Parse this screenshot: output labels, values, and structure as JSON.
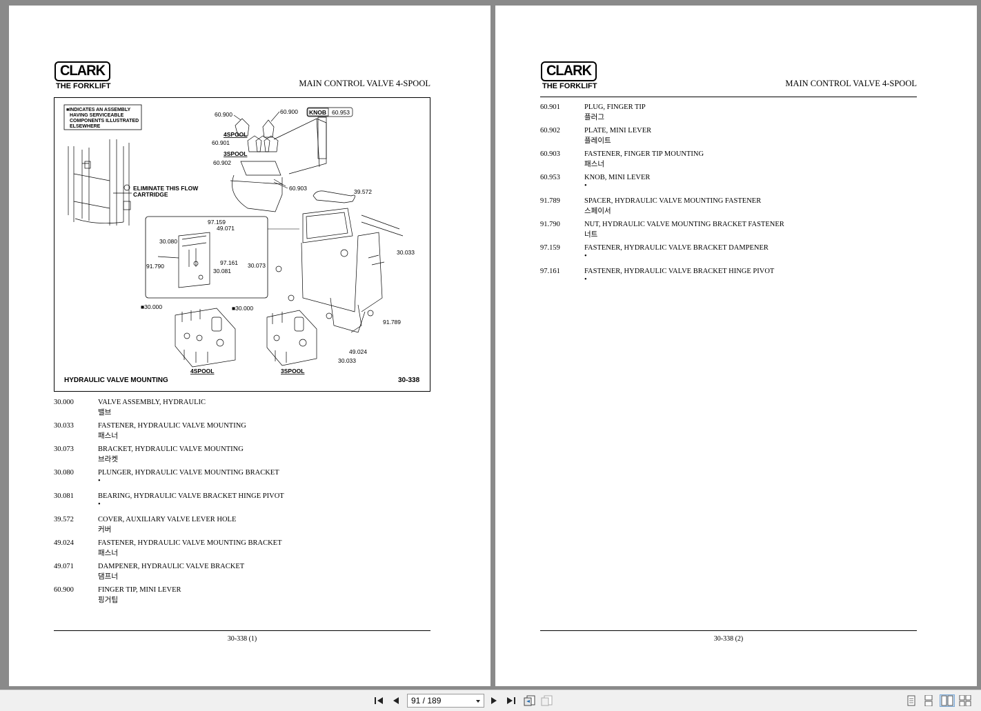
{
  "document": {
    "logo_word": "CLARK",
    "logo_sub": "THE FORKLIFT",
    "title": "MAIN CONTROL VALVE 4-SPOOL"
  },
  "figure": {
    "legend": [
      "■INDICATES AN ASSEMBLY",
      "HAVING SERVICEABLE",
      "COMPONENTS ILLUSTRATED",
      "ELSEWHERE"
    ],
    "note": [
      "ELIMINATE THIS FLOW",
      "CARTRIDGE"
    ],
    "caption": "HYDRAULIC VALVE MOUNTING",
    "fig_number": "30-338",
    "label_4spool": "4SPOOL",
    "label_3spool": "3SPOOL",
    "knob": "KNOB",
    "callouts": {
      "c60900a": "60.900",
      "c60900b": "60.900",
      "c60953": "60.953",
      "c60901": "60.901",
      "c60902": "60.902",
      "c60903": "60.903",
      "c39572": "39.572",
      "c97159": "97.159",
      "c49071": "49.071",
      "c30080": "30.080",
      "c97161": "97.161",
      "c30073": "30.073",
      "c91790": "91.790",
      "c30081": "30.081",
      "c30033a": "30.033",
      "c30000a": "■30.000",
      "c30000b": "■30.000",
      "c91789": "91.789",
      "c49024": "49.024",
      "c30033b": "30.033"
    }
  },
  "parts_left": [
    {
      "no": "30.000",
      "desc": "VALVE ASSEMBLY, HYDRAULIC",
      "sub": "밸브"
    },
    {
      "no": "30.033",
      "desc": "FASTENER, HYDRAULIC VALVE MOUNTING",
      "sub": "패스너"
    },
    {
      "no": "30.073",
      "desc": "BRACKET, HYDRAULIC VALVE MOUNTING",
      "sub": "브라켓"
    },
    {
      "no": "30.080",
      "desc": "PLUNGER, HYDRAULIC VALVE MOUNTING BRACKET",
      "sub": "•"
    },
    {
      "no": "30.081",
      "desc": "BEARING, HYDRAULIC VALVE BRACKET HINGE PIVOT",
      "sub": "•"
    },
    {
      "no": "39.572",
      "desc": "COVER, AUXILIARY VALVE LEVER HOLE",
      "sub": "커버"
    },
    {
      "no": "49.024",
      "desc": "FASTENER, HYDRAULIC VALVE MOUNTING BRACKET",
      "sub": "패스너"
    },
    {
      "no": "49.071",
      "desc": "DAMPENER, HYDRAULIC VALVE BRACKET",
      "sub": "댐프너"
    },
    {
      "no": "60.900",
      "desc": "FINGER TIP, MINI LEVER",
      "sub": "핑거팁"
    }
  ],
  "parts_right": [
    {
      "no": "60.901",
      "desc": "PLUG, FINGER TIP",
      "sub": "플러그"
    },
    {
      "no": "60.902",
      "desc": "PLATE, MINI LEVER",
      "sub": "플레이트"
    },
    {
      "no": "60.903",
      "desc": "FASTENER, FINGER TIP MOUNTING",
      "sub": "패스너"
    },
    {
      "no": "60.953",
      "desc": "KNOB, MINI LEVER",
      "sub": "•"
    },
    {
      "no": "91.789",
      "desc": "SPACER, HYDRAULIC VALVE MOUNTING FASTENER",
      "sub": "스페이서"
    },
    {
      "no": "91.790",
      "desc": "NUT, HYDRAULIC VALVE MOUNTING BRACKET FASTENER",
      "sub": "너트"
    },
    {
      "no": "97.159",
      "desc": "FASTENER, HYDRAULIC VALVE BRACKET DAMPENER",
      "sub": "•"
    },
    {
      "no": "97.161",
      "desc": "FASTENER, HYDRAULIC VALVE BRACKET HINGE PIVOT",
      "sub": "•"
    }
  ],
  "footer_left": "30-338 (1)",
  "footer_right": "30-338 (2)",
  "toolbar": {
    "page_indicator": "91 / 189",
    "buttons": [
      "first-page-icon",
      "prev-page-icon",
      "next-page-icon",
      "last-page-icon",
      "go-back-icon",
      "go-forward-icon"
    ],
    "view_modes": [
      "single-page-icon",
      "continuous-icon",
      "facing-icon",
      "continuous-facing-icon"
    ],
    "active_view": "facing-icon"
  }
}
